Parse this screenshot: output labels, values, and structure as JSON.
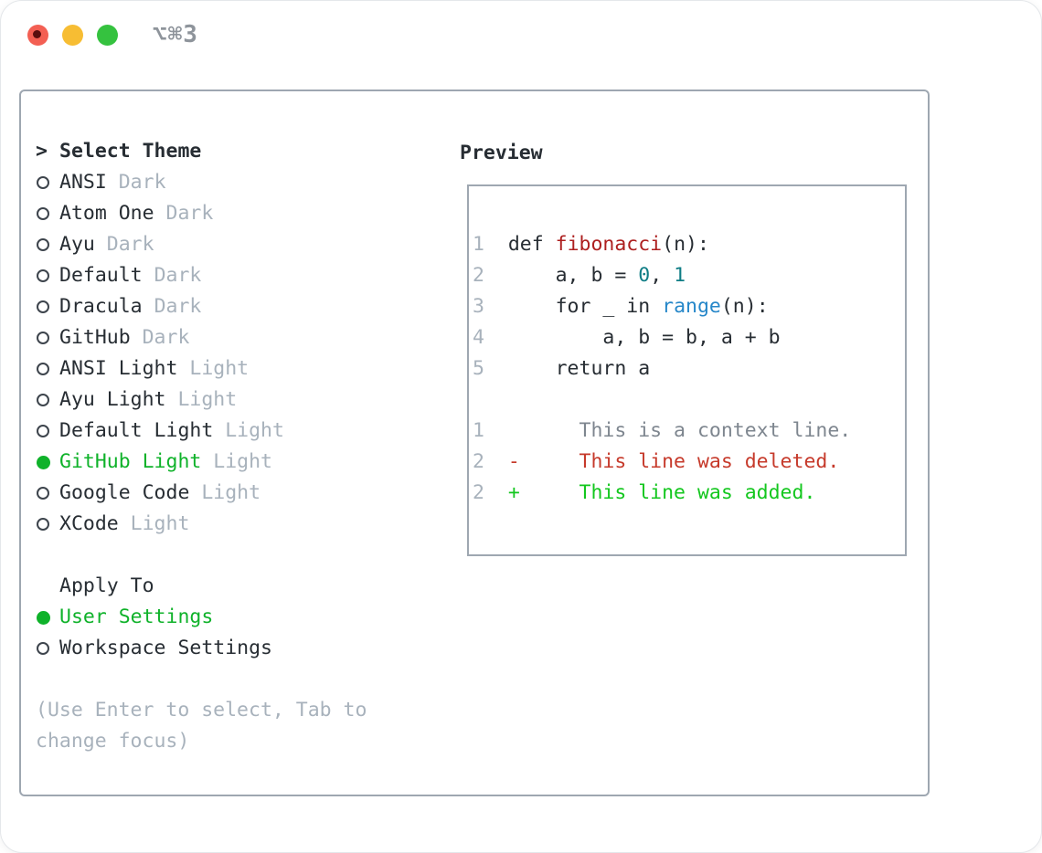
{
  "window": {
    "shortcut_label": "⌥⌘3",
    "traffic_lights": [
      "close",
      "minimize",
      "zoom"
    ]
  },
  "colors": {
    "dark": "#272d33",
    "muted": "#a8b2bc",
    "border": "#9ea7b1",
    "title": "#8e949b",
    "green_selected": "#0fb22a",
    "green_added": "#13c71e",
    "red_function": "#ad1f1f",
    "red_deleted": "#c63a2b",
    "teal_number": "#0f7d85",
    "blue_call": "#2687c9",
    "context_gray": "#7e868f",
    "line_number": "#a8b2bc",
    "red_button": "#f35f53",
    "red_button_dot": "#5a0e0e",
    "yellow_button": "#f7bd33",
    "green_button": "#35c23f"
  },
  "theme_list": {
    "header": "Select Theme",
    "items": [
      {
        "name": "ANSI",
        "variant": "Dark",
        "selected": false
      },
      {
        "name": "Atom One",
        "variant": "Dark",
        "selected": false
      },
      {
        "name": "Ayu",
        "variant": "Dark",
        "selected": false
      },
      {
        "name": "Default",
        "variant": "Dark",
        "selected": false
      },
      {
        "name": "Dracula",
        "variant": "Dark",
        "selected": false
      },
      {
        "name": "GitHub",
        "variant": "Dark",
        "selected": false
      },
      {
        "name": "ANSI Light",
        "variant": "Light",
        "selected": false
      },
      {
        "name": "Ayu Light",
        "variant": "Light",
        "selected": false
      },
      {
        "name": "Default Light",
        "variant": "Light",
        "selected": false
      },
      {
        "name": "GitHub Light",
        "variant": "Light",
        "selected": true
      },
      {
        "name": "Google Code",
        "variant": "Light",
        "selected": false
      },
      {
        "name": "XCode",
        "variant": "Light",
        "selected": false
      }
    ]
  },
  "apply_to": {
    "header": "Apply To",
    "options": [
      {
        "label": "User Settings",
        "selected": true
      },
      {
        "label": "Workspace Settings",
        "selected": false
      }
    ]
  },
  "hint": {
    "lines": [
      "(Use Enter to select, Tab to",
      "change focus)"
    ]
  },
  "preview": {
    "title": "Preview",
    "lines": [
      [
        {
          "t": "1",
          "c": "ln"
        },
        {
          "t": "  def ",
          "c": "pl"
        },
        {
          "t": "fibonacci",
          "c": "fn"
        },
        {
          "t": "(n):",
          "c": "pl"
        }
      ],
      [
        {
          "t": "2",
          "c": "ln"
        },
        {
          "t": "      a, b = ",
          "c": "pl"
        },
        {
          "t": "0",
          "c": "nm"
        },
        {
          "t": ", ",
          "c": "pl"
        },
        {
          "t": "1",
          "c": "nm"
        }
      ],
      [
        {
          "t": "3",
          "c": "ln"
        },
        {
          "t": "      for _ in ",
          "c": "pl"
        },
        {
          "t": "range",
          "c": "cl"
        },
        {
          "t": "(n):",
          "c": "pl"
        }
      ],
      [
        {
          "t": "4",
          "c": "ln"
        },
        {
          "t": "          a, b = b, a + b",
          "c": "pl"
        }
      ],
      [
        {
          "t": "5",
          "c": "ln"
        },
        {
          "t": "      return a",
          "c": "pl"
        }
      ],
      [],
      [
        {
          "t": "1",
          "c": "ln"
        },
        {
          "t": "        This is a context line.",
          "c": "ct"
        }
      ],
      [
        {
          "t": "2",
          "c": "ln"
        },
        {
          "t": "  -     This line was deleted.",
          "c": "de"
        }
      ],
      [
        {
          "t": "2",
          "c": "ln"
        },
        {
          "t": "  +     This line was added.",
          "c": "ad"
        }
      ]
    ]
  }
}
